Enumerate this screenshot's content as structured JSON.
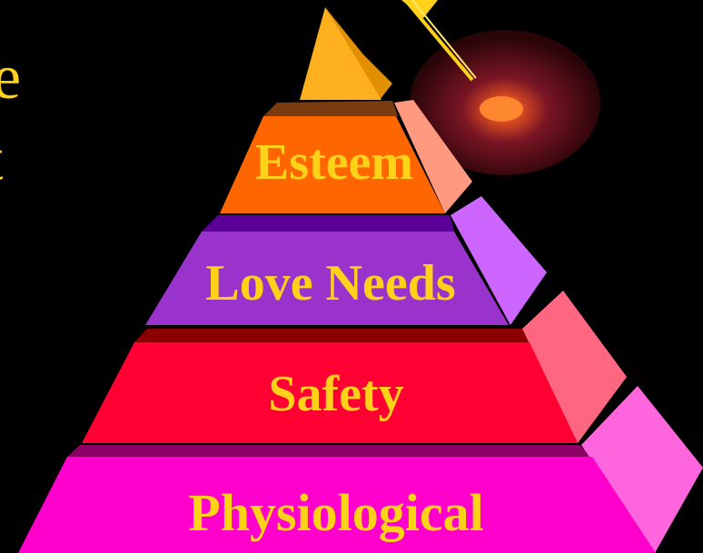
{
  "diagram": {
    "levels": [
      {
        "label": "Esteem"
      },
      {
        "label": "Love Needs"
      },
      {
        "label": "Safety"
      },
      {
        "label": "Physiological"
      }
    ],
    "left_text_fragments": [
      "e",
      "t"
    ],
    "colors": {
      "background": "#000000",
      "label_text": "#FFD21A",
      "apex_front": "#FFB01E",
      "apex_side": "#E09000",
      "esteem_front": "#FF6600",
      "esteem_side": "#FF9A80",
      "esteem_top": "#7A3B10",
      "love_front": "#9933CC",
      "love_side": "#CC66FF",
      "love_top": "#5C0099",
      "safety_front": "#FF0033",
      "safety_side": "#FF6680",
      "safety_top": "#8C0000",
      "phys_front": "#FF00CC",
      "phys_side": "#FF66DD",
      "phys_top": "#8C0066",
      "glow": "#E05020"
    }
  }
}
